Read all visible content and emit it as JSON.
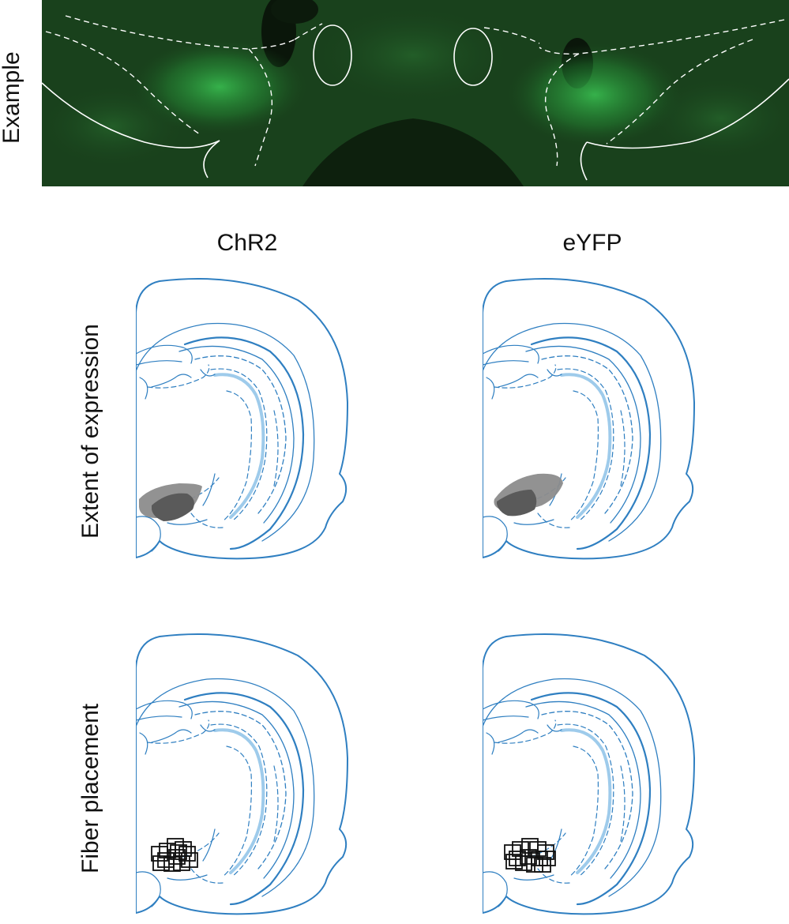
{
  "labels": {
    "example": "Example",
    "chr2": "ChR2",
    "eyfp": "eYFP",
    "extent": "Extent of expression",
    "fiber": "Fiber placement"
  },
  "colors": {
    "atlas_line": "#2f7fc1",
    "atlas_fill": "#9ecbeb",
    "expression_light": "#8c8c8c",
    "expression_dark": "#5a5a5a",
    "fiber_box": "#111111",
    "micrograph_bg": "#0f2410",
    "fluorescence": "#3fd65a",
    "tracing": "#ffffff"
  },
  "fiber_counts": {
    "chr2": 12,
    "eyfp": 13
  }
}
